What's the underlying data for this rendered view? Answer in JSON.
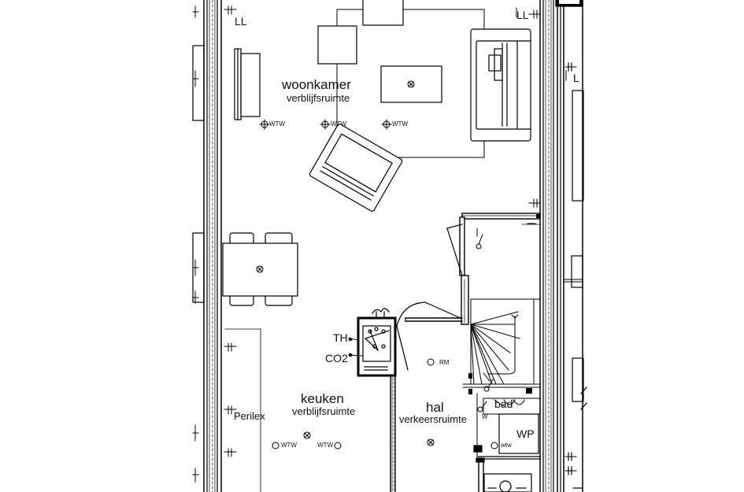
{
  "rooms": {
    "woonkamer": {
      "name": "woonkamer",
      "type": "verblijfsruimte"
    },
    "keuken": {
      "name": "keuken",
      "type": "verblijfsruimte"
    },
    "hal": {
      "name": "hal",
      "type": "verkeersruimte"
    }
  },
  "symbols": {
    "ll": "LL",
    "l_edge": "L",
    "th": "TH",
    "co2": "CO2",
    "wp": "WP",
    "perilex": "Perilex",
    "rm": "RM",
    "wtw": "WTW",
    "wtw_lower": "wtw",
    "bad": "bad",
    "w": "W"
  }
}
